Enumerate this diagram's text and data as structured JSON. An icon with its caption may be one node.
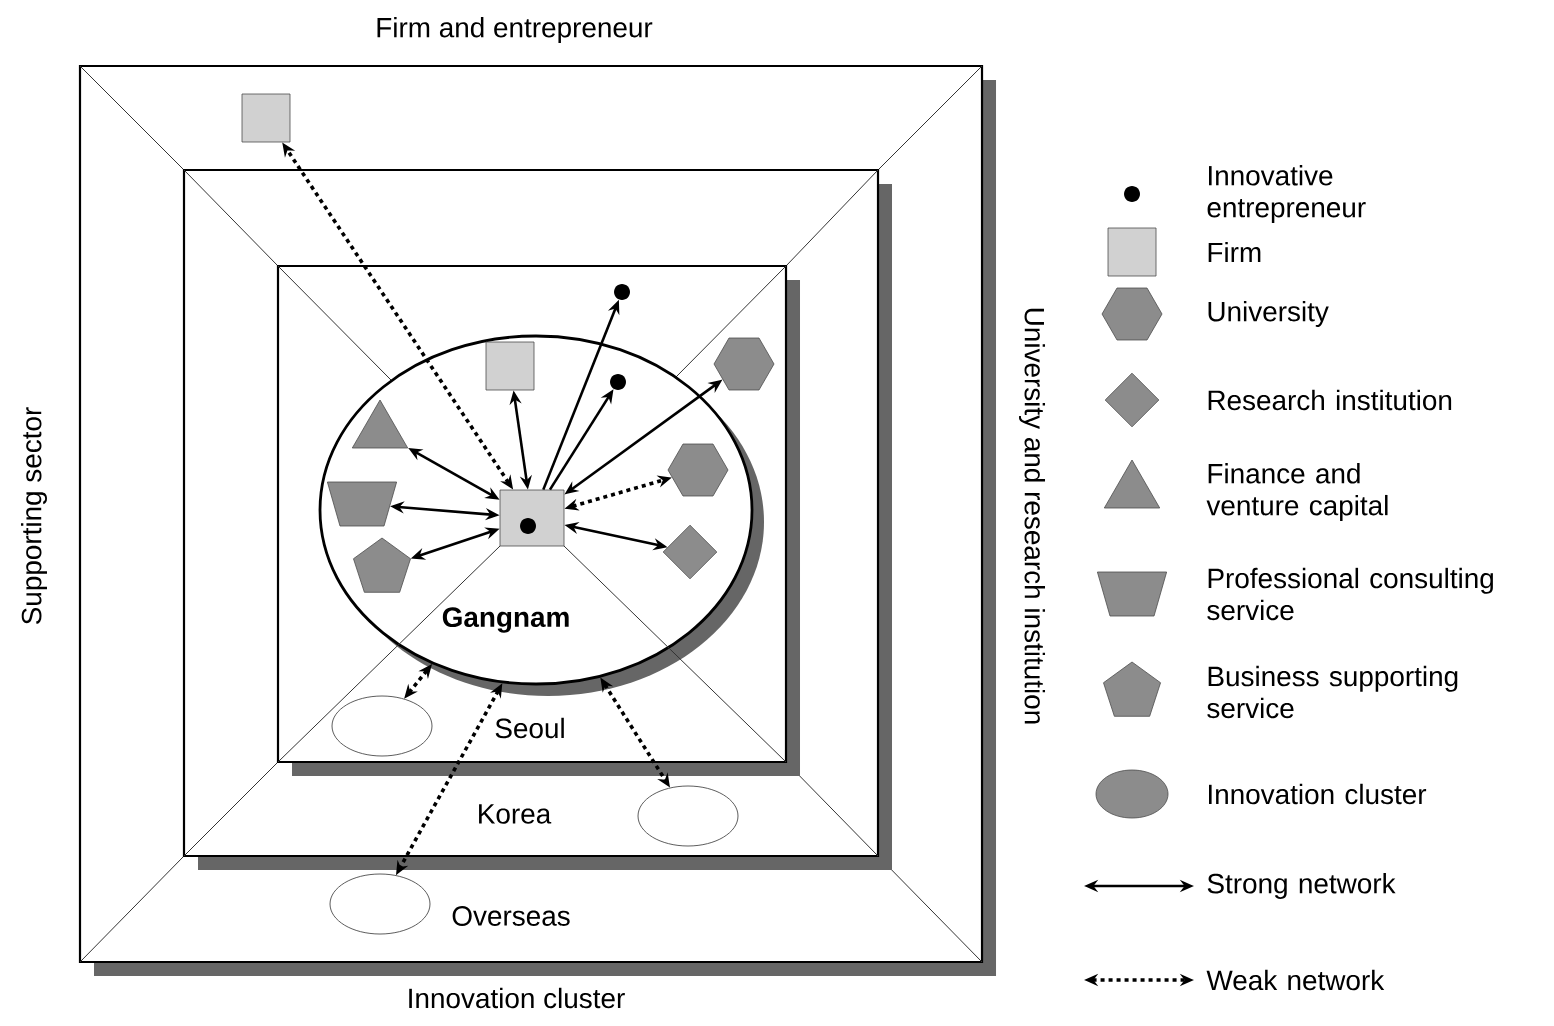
{
  "diagram": {
    "nodes": [
      {
        "text": [
          "Overseas"
        ]
      },
      {
        "text": [
          "Korea"
        ],
        "in": 0
      },
      {
        "text": [
          "Seoul"
        ],
        "in": 1
      },
      {
        "text": [
          "Gangnam"
        ],
        "in": 2
      },
      {
        "text": [],
        "shape": "box",
        "in": 0
      },
      {
        "text": [],
        "shape": "circle",
        "in": 2
      },
      {
        "text": [],
        "shape": "hexagon",
        "in": 2
      },
      {
        "text": [],
        "shape": "box",
        "in": 3
      },
      {
        "text": [],
        "shape": "circle",
        "in": 3
      },
      {
        "text": [],
        "shape": "triangle",
        "in": 3
      },
      {
        "text": [],
        "shape": "hexagon",
        "in": 3
      },
      {
        "text": [],
        "shape": "trapezoid",
        "in": 3
      },
      {
        "text": [],
        "shape": "box",
        "in": 3
      },
      {
        "text": [],
        "shape": "circle",
        "in": 12
      },
      {
        "text": [],
        "shape": "diamond",
        "in": 3
      },
      {
        "text": [],
        "shape": "pentagon",
        "in": 3
      },
      {
        "text": [],
        "shape": "ellipse",
        "in": 2
      },
      {
        "text": [],
        "shape": "ellipse",
        "in": 1
      },
      {
        "text": [],
        "shape": "ellipse",
        "in": 0
      }
    ],
    "edges": [
      {
        "from": 12,
        "to": 4,
        "arrow": "both",
        "style": "dashed"
      },
      {
        "from": 12,
        "to": 7,
        "arrow": "both"
      },
      {
        "from": 12,
        "to": 5,
        "arrow": "to"
      },
      {
        "from": 12,
        "to": 8,
        "arrow": "to"
      },
      {
        "from": 12,
        "to": 6,
        "arrow": "both"
      },
      {
        "from": 12,
        "to": 10,
        "arrow": "both",
        "style": "dashed"
      },
      {
        "from": 12,
        "to": 14,
        "arrow": "both"
      },
      {
        "from": 12,
        "to": 9,
        "arrow": "both"
      },
      {
        "from": 12,
        "to": 11,
        "arrow": "both"
      },
      {
        "from": 12,
        "to": 15,
        "arrow": "both"
      },
      {
        "from": 3,
        "to": 16,
        "arrow": "both",
        "style": "dashed"
      },
      {
        "from": 3,
        "to": 18,
        "arrow": "both",
        "style": "dashed"
      },
      {
        "from": 3,
        "to": 17,
        "arrow": "both",
        "style": "dashed"
      }
    ],
    "labels": [
      "Firm and entrepreneur",
      "Supporting sector",
      "University and research institution",
      "Innovation cluster"
    ],
    "legend": [
      {
        "text": "Innovative entrepreneur"
      },
      {
        "text": "Firm"
      },
      {
        "text": "University"
      },
      {
        "text": "Research institution"
      },
      {
        "text": "Finance and venture capital"
      },
      {
        "text": "Professional consulting service"
      },
      {
        "text": "Business supporting service"
      },
      {
        "text": "Innovation cluster"
      },
      {
        "text": "Strong network"
      },
      {
        "text": "Weak network"
      }
    ]
  }
}
